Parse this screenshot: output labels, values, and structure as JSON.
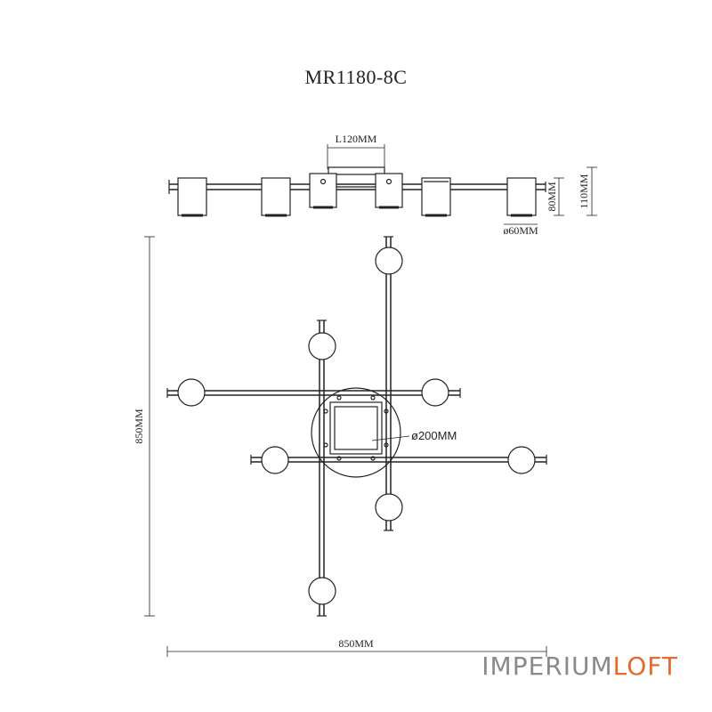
{
  "title": "MR1180-8C",
  "dimensions": {
    "arm_length": "L120MM",
    "shade_height": "80MM",
    "total_height": "110MM",
    "shade_diameter": "ø60MM",
    "base_diameter": "ø200MM",
    "width": "850MM",
    "length": "850MM"
  },
  "brand": {
    "part1": "IMPERIUM",
    "part2": "LOFT",
    "color_part1": "#8a8a8a",
    "color_part2": "#e36b2c"
  },
  "colors": {
    "stroke": "#222222"
  }
}
